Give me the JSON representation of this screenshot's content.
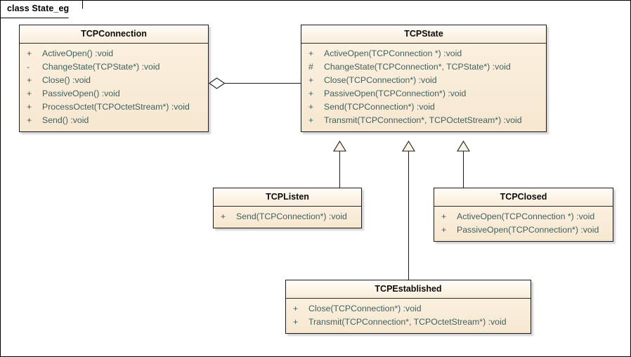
{
  "diagram": {
    "frame_label": "class State_eg",
    "kind": "uml-class-diagram",
    "background_color": "#ffffff",
    "class_fill_color": "#f7e9d4",
    "class_header_color": "#fdf4e6",
    "border_color": "#1a1a1a",
    "member_text_color": "#3f6060"
  },
  "classes": {
    "tcpconnection": {
      "name": "TCPConnection",
      "members": [
        {
          "visibility": "+",
          "signature": "ActiveOpen()  :void"
        },
        {
          "visibility": "-",
          "signature": "ChangeState(TCPState*)  :void"
        },
        {
          "visibility": "+",
          "signature": "Close()  :void"
        },
        {
          "visibility": "+",
          "signature": "PassiveOpen()  :void"
        },
        {
          "visibility": "+",
          "signature": "ProcessOctet(TCPOctetStream*)  :void"
        },
        {
          "visibility": "+",
          "signature": "Send()  :void"
        }
      ]
    },
    "tcpstate": {
      "name": "TCPState",
      "members": [
        {
          "visibility": "+",
          "signature": "ActiveOpen(TCPConnection *)  :void"
        },
        {
          "visibility": "#",
          "signature": "ChangeState(TCPConnection*, TCPState*)  :void"
        },
        {
          "visibility": "+",
          "signature": "Close(TCPConnection*)  :void"
        },
        {
          "visibility": "+",
          "signature": "PassiveOpen(TCPConnection*)  :void"
        },
        {
          "visibility": "+",
          "signature": "Send(TCPConnection*)  :void"
        },
        {
          "visibility": "+",
          "signature": "Transmit(TCPConnection*, TCPOctetStream*)  :void"
        }
      ]
    },
    "tcplisten": {
      "name": "TCPListen",
      "members": [
        {
          "visibility": "+",
          "signature": "Send(TCPConnection*)  :void"
        }
      ]
    },
    "tcpclosed": {
      "name": "TCPClosed",
      "members": [
        {
          "visibility": "+",
          "signature": "ActiveOpen(TCPConnection *)  :void"
        },
        {
          "visibility": "+",
          "signature": "PassiveOpen(TCPConnection*)  :void"
        }
      ]
    },
    "tcpestablished": {
      "name": "TCPEstablished",
      "members": [
        {
          "visibility": "+",
          "signature": "Close(TCPConnection*)  :void"
        },
        {
          "visibility": "+",
          "signature": "Transmit(TCPConnection*, TCPOctetStream*)  :void"
        }
      ]
    }
  },
  "relations": [
    {
      "type": "aggregation",
      "from": "TCPConnection",
      "to": "TCPState",
      "marker": "hollow-diamond"
    },
    {
      "type": "generalization",
      "from": "TCPListen",
      "to": "TCPState",
      "marker": "hollow-triangle"
    },
    {
      "type": "generalization",
      "from": "TCPEstablished",
      "to": "TCPState",
      "marker": "hollow-triangle"
    },
    {
      "type": "generalization",
      "from": "TCPClosed",
      "to": "TCPState",
      "marker": "hollow-triangle"
    }
  ]
}
